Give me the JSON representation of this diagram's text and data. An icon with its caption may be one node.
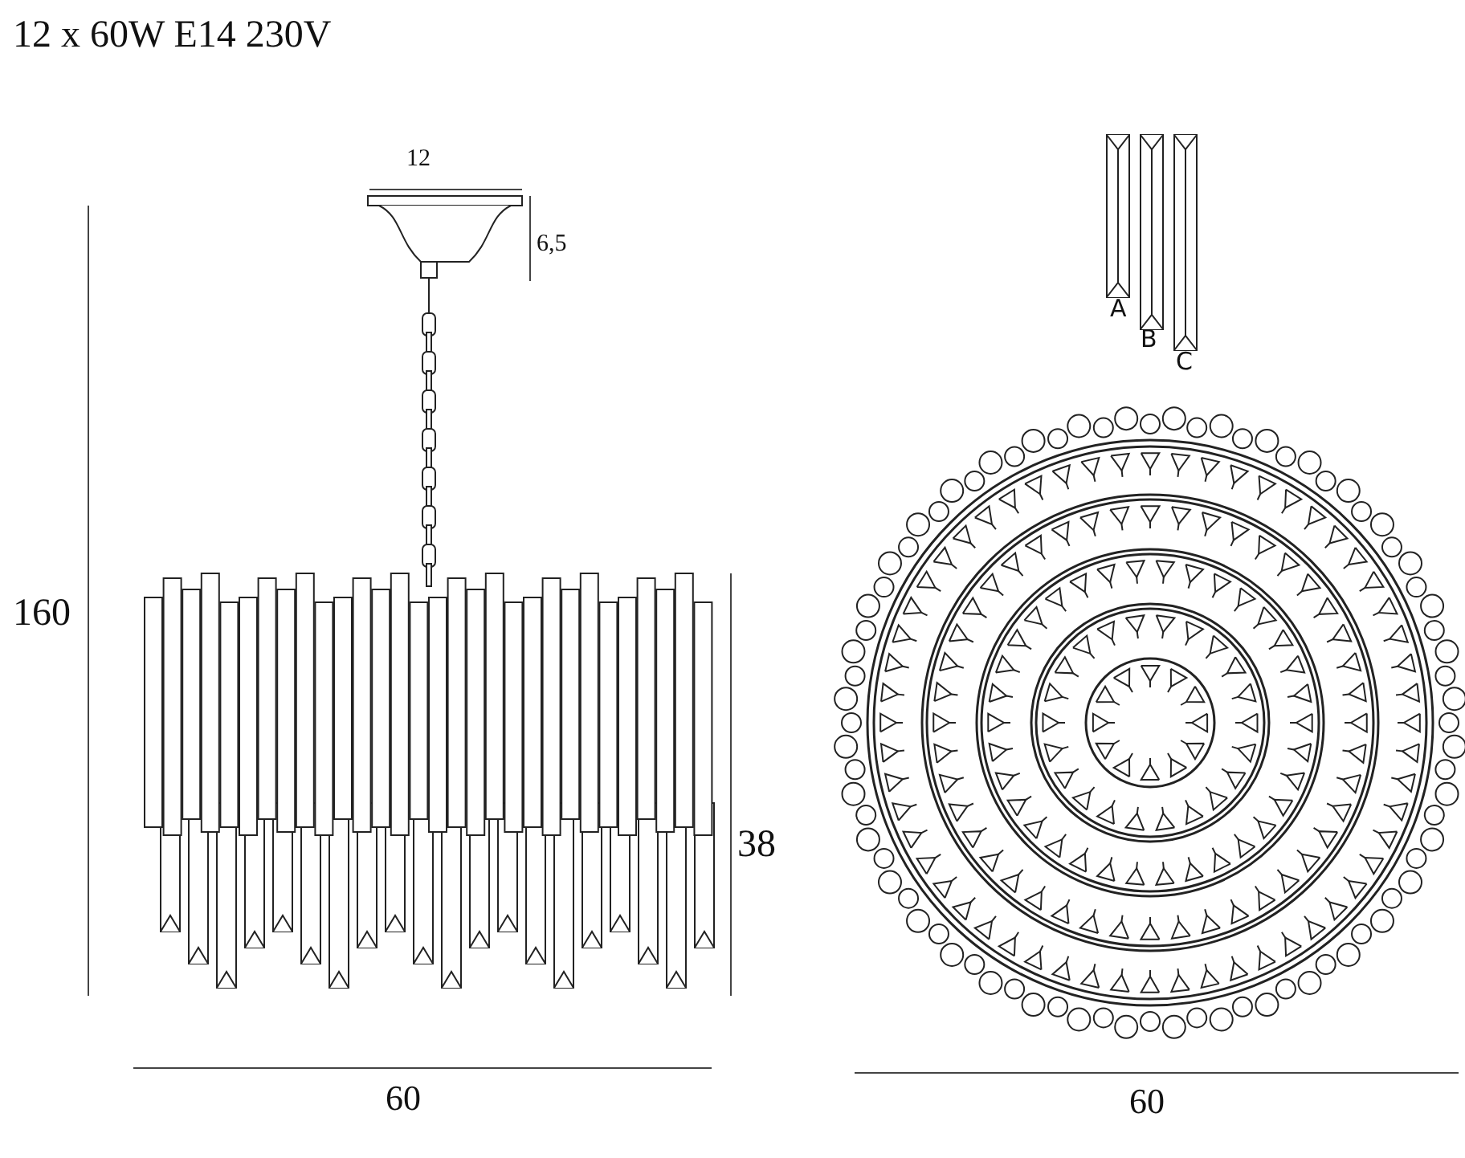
{
  "diagram": {
    "labels": [
      "12 x 60W E14 230V",
      "12",
      "6,5",
      "160",
      "38",
      "60",
      "60",
      "A",
      "B",
      "C"
    ]
  }
}
